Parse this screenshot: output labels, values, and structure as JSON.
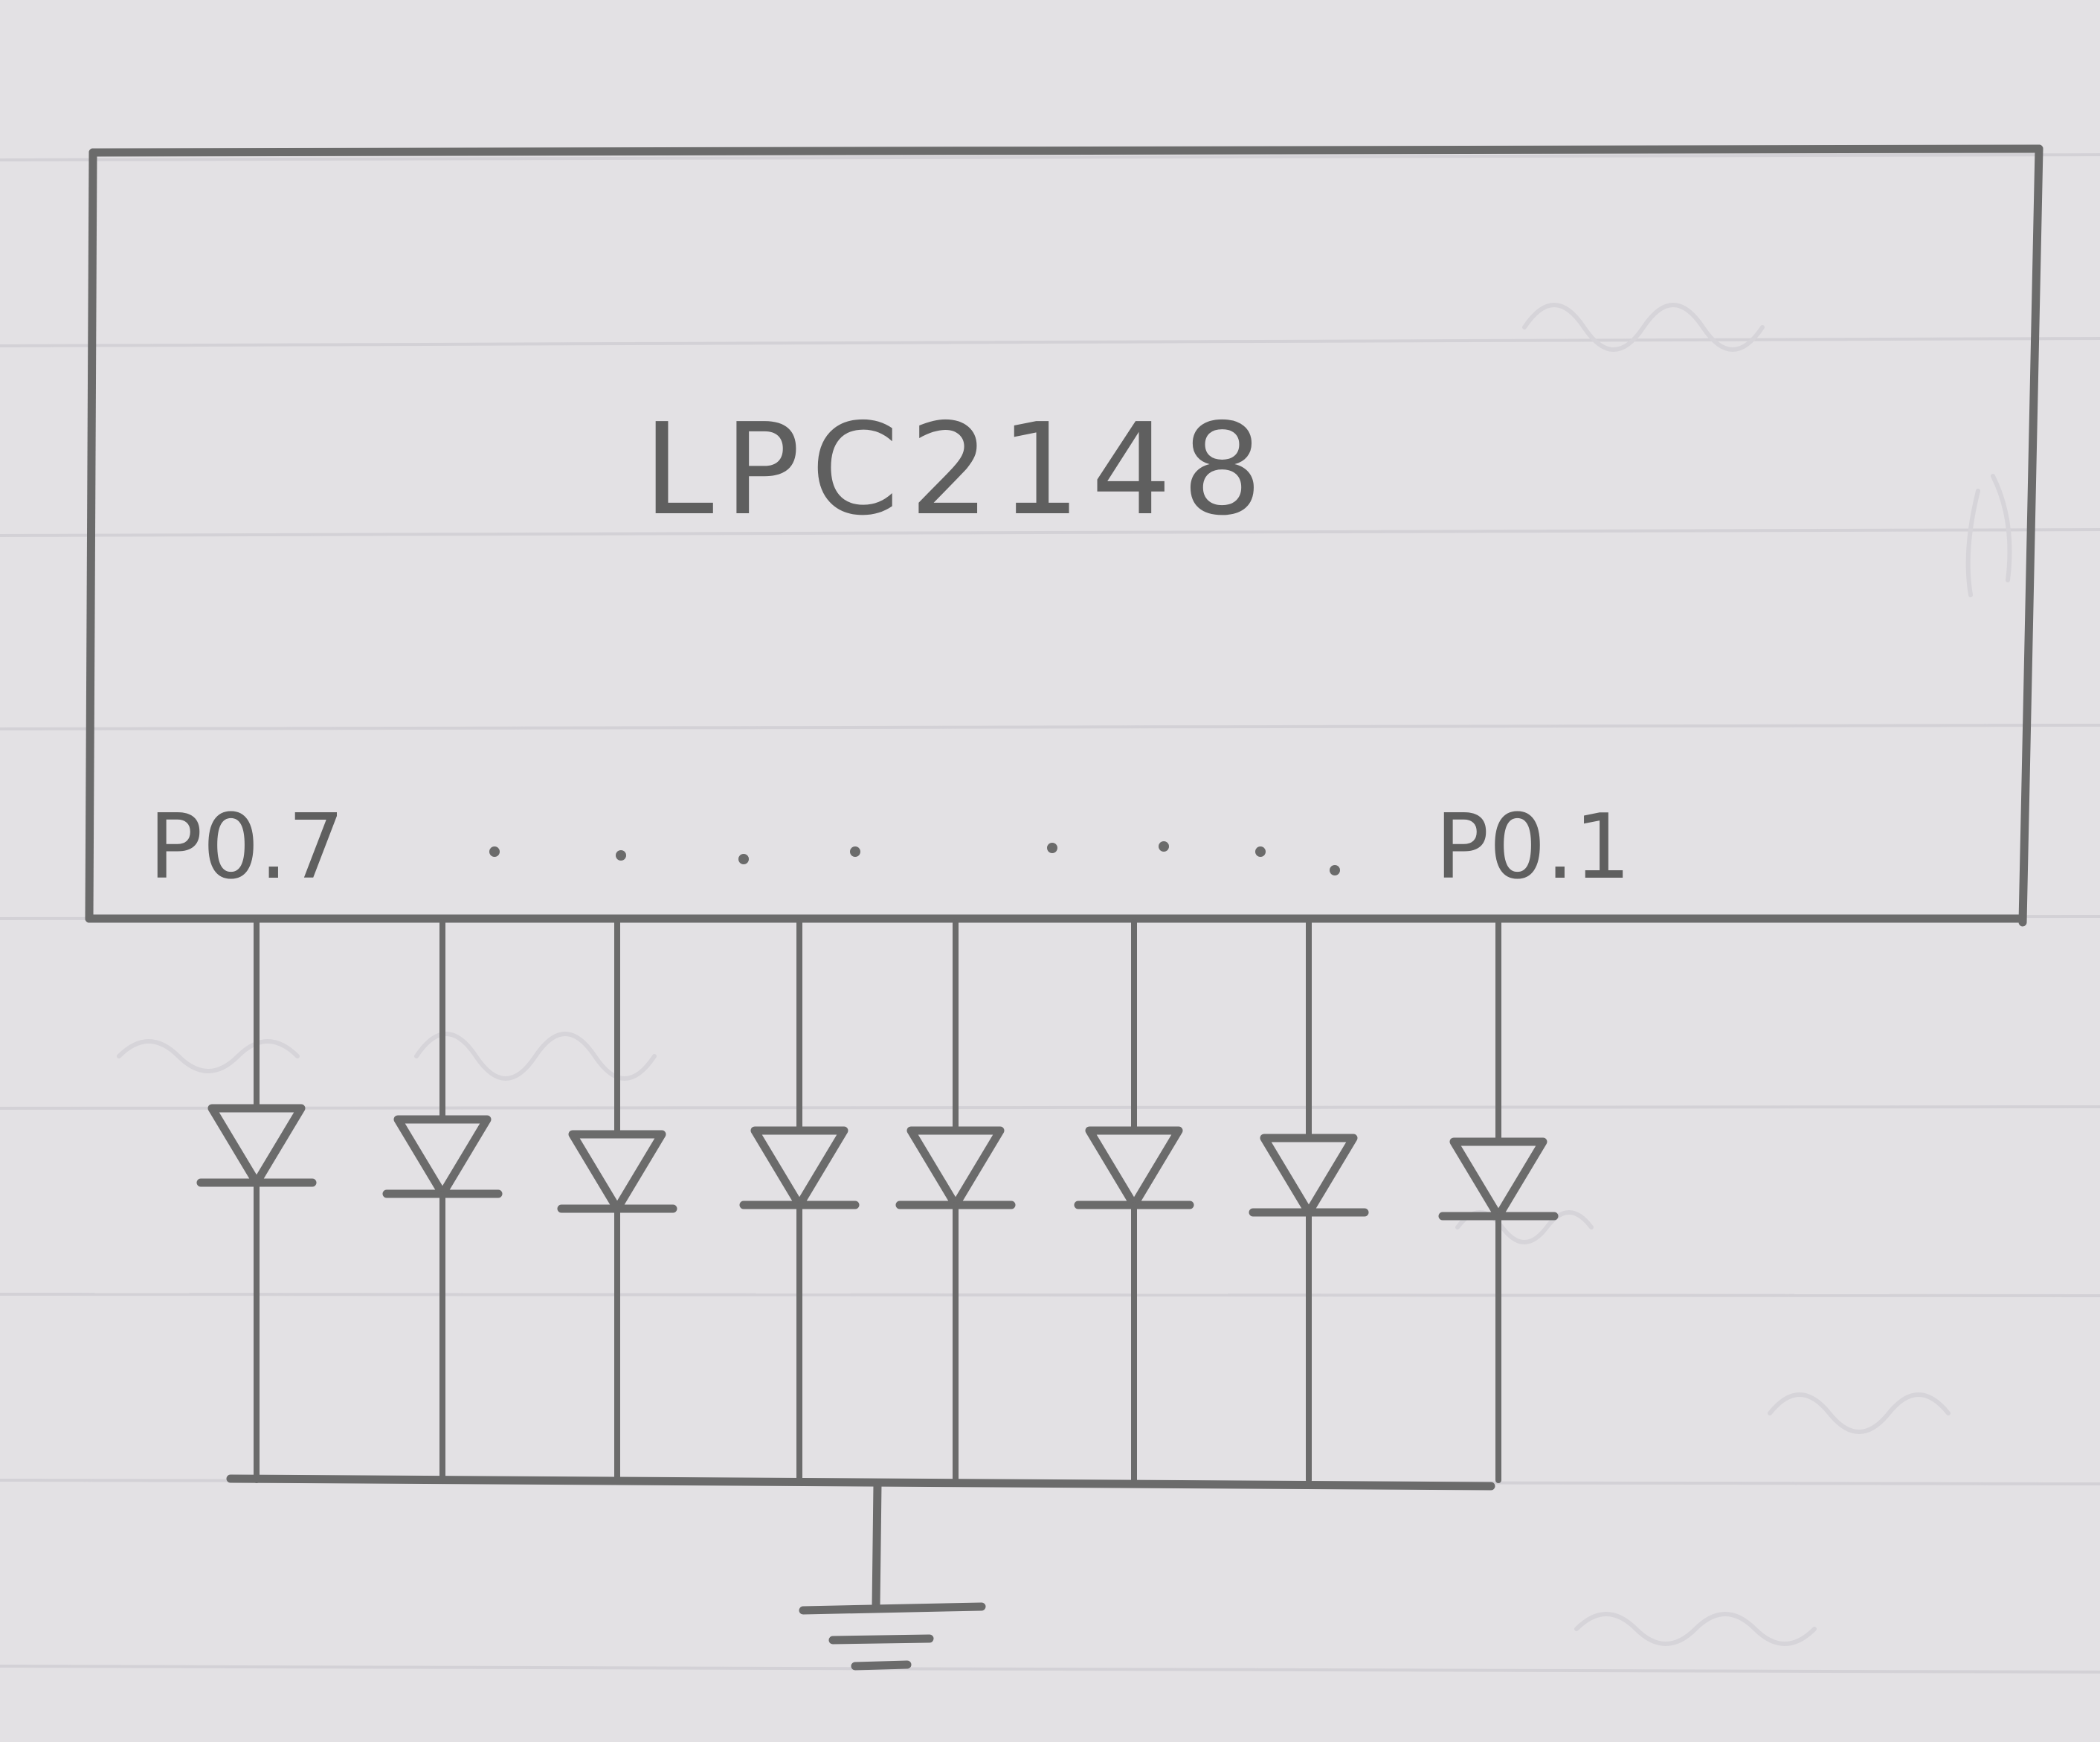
{
  "diagram": {
    "chip_label": "LPC2148",
    "left_pin_label": "P0.7",
    "right_pin_label": "P0.1",
    "led_count": 8,
    "ground_symbol": "ground-icon"
  },
  "colors": {
    "paper": "#e3e1e4",
    "pencil": "#6b6b6b",
    "ruled_line": "#d3d1d6"
  }
}
